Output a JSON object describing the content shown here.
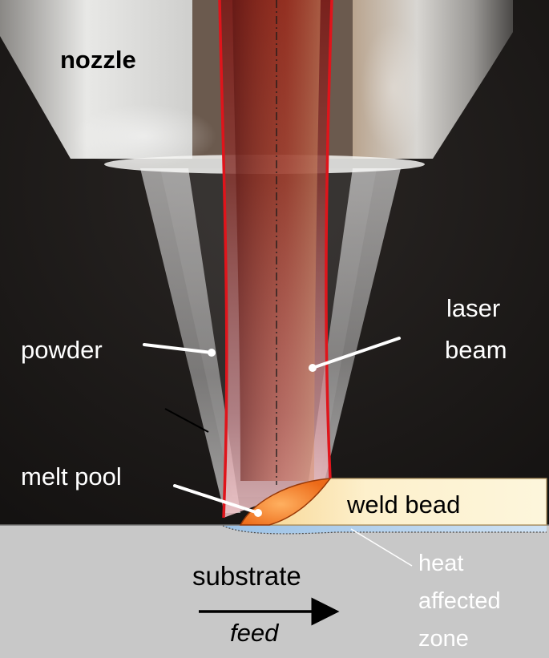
{
  "labels": {
    "nozzle": "nozzle",
    "powder": "powder",
    "laser_line1": "laser",
    "laser_line2": "beam",
    "melt_pool": "melt pool",
    "weld_bead": "weld bead",
    "substrate": "substrate",
    "feed": "feed",
    "haz_line1": "heat",
    "haz_line2": "affected",
    "haz_line3": "zone"
  },
  "colors": {
    "background": "#1a1817",
    "laser_outline": "#e0141b",
    "melt_pool": "#f07a22",
    "weld_bead": "#fdf0cc",
    "substrate": "#c8c8c8",
    "heat_affected_zone": "#b8d4ec",
    "white_label": "#ffffff",
    "dark_label": "#000000"
  }
}
